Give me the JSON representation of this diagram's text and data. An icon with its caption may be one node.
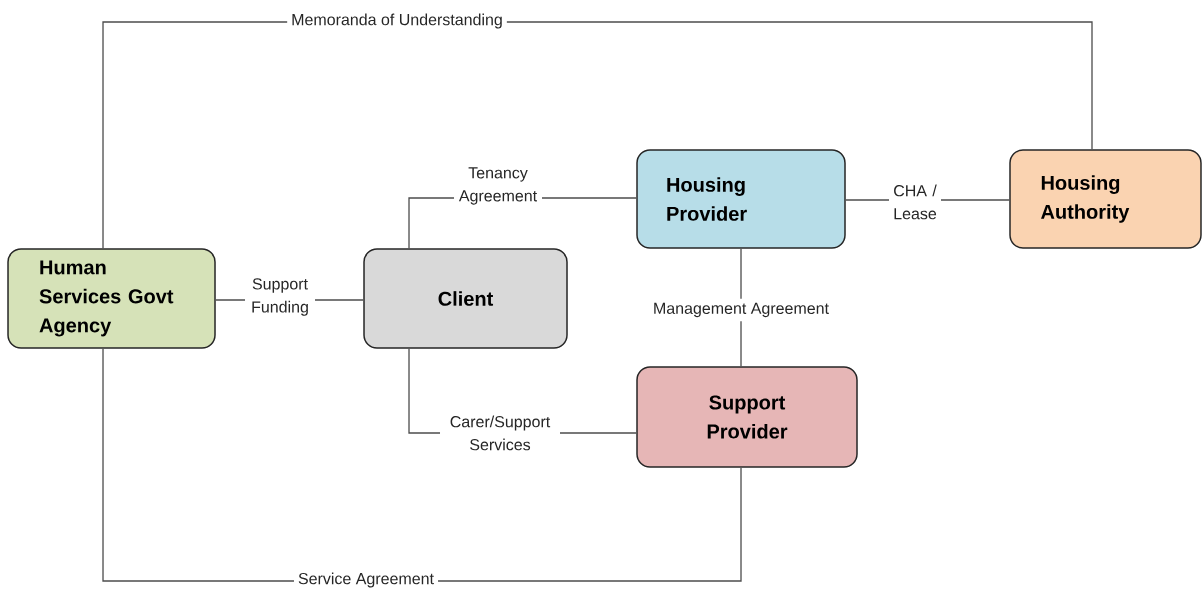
{
  "diagram": {
    "nodes": [
      {
        "text": [
          "Human Services Govt Agency"
        ]
      },
      {
        "text": [
          "Client"
        ]
      },
      {
        "text": [
          "Housing Provider"
        ]
      },
      {
        "text": [
          "Housing Authority"
        ]
      },
      {
        "text": [
          "Support Provider"
        ]
      }
    ],
    "edges": [
      {
        "from": 0,
        "to": 3,
        "arrow": "none",
        "label": "Memoranda of Understanding"
      },
      {
        "from": 1,
        "to": 2,
        "arrow": "none",
        "label": "Tenancy Agreement"
      },
      {
        "from": 0,
        "to": 1,
        "arrow": "none",
        "label": "Support Funding"
      },
      {
        "from": 2,
        "to": 3,
        "arrow": "none",
        "label": "CHA / Lease"
      },
      {
        "from": 2,
        "to": 4,
        "arrow": "none",
        "label": "Management Agreement"
      },
      {
        "from": 1,
        "to": 4,
        "arrow": "none",
        "label": "Carer/Support Services"
      },
      {
        "from": 0,
        "to": 4,
        "arrow": "none",
        "label": "Service Agreement"
      }
    ]
  }
}
